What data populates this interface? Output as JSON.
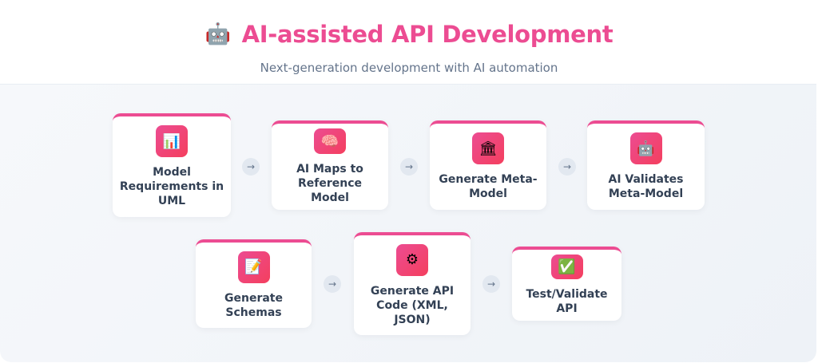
{
  "header": {
    "title": "AI-assisted API Development",
    "title_icon": "robot-icon",
    "subtitle": "Next-generation development with AI automation"
  },
  "colors": {
    "accent": "#ec4c92",
    "text": "#334155",
    "subtitle": "#64748b"
  },
  "arrow_glyph": "→",
  "steps": [
    {
      "label": "Model Requirements in UML",
      "icon": "📊",
      "icon_name": "bar-chart-icon"
    },
    {
      "label": "AI Maps to Reference Model",
      "icon": "🧠",
      "icon_name": "brain-icon"
    },
    {
      "label": "Generate Meta-Model",
      "icon": "🏛",
      "icon_name": "classical-building-icon"
    },
    {
      "label": "AI Validates Meta-Model",
      "icon": "🤖",
      "icon_name": "robot-icon"
    },
    {
      "label": "Generate Schemas",
      "icon": "📝",
      "icon_name": "memo-icon"
    },
    {
      "label": "Generate API Code (XML, JSON)",
      "icon": "⚙",
      "icon_name": "gear-icon"
    },
    {
      "label": "Test/Validate API",
      "icon": "✅",
      "icon_name": "check-mark-icon"
    }
  ]
}
